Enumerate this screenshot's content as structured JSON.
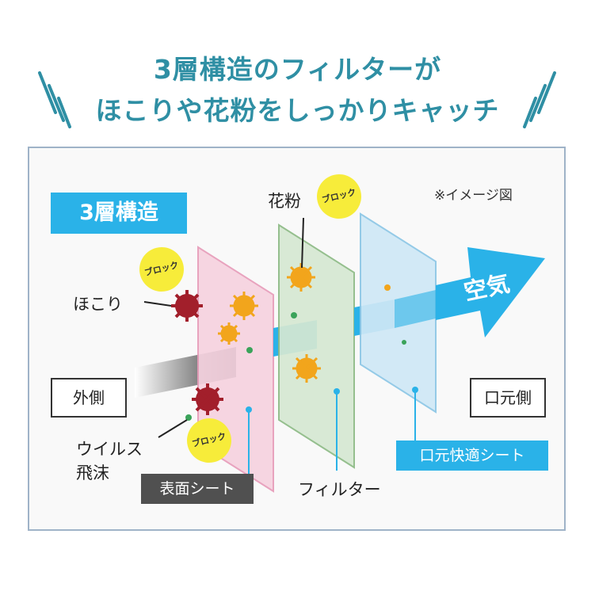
{
  "headline": {
    "line1": "3層構造のフィルターが",
    "line2": "ほこりや花粉をしっかりキャッチ"
  },
  "badge": "3層構造",
  "note": "※イメージ図",
  "block_label": "ブロック",
  "labels": {
    "dust": "ほこり",
    "pollen": "花粉",
    "virus_line1": "ウイルス",
    "virus_line2": "飛沫",
    "outside": "外側",
    "mouth_side": "口元側",
    "air": "空気",
    "surface_sheet": "表面シート",
    "filter": "フィルター",
    "mouth_sheet": "口元快適シート"
  },
  "colors": {
    "accent_blue": "#2ab2e8",
    "headline_teal": "#2f8fa4",
    "layer_pink": "#f6d3e0",
    "layer_green": "#d6e8d2",
    "layer_blue": "#cfe8f6",
    "block_yellow": "#f7ec3a",
    "dust_red": "#a21f2b",
    "pollen_orange": "#f2a51c"
  }
}
